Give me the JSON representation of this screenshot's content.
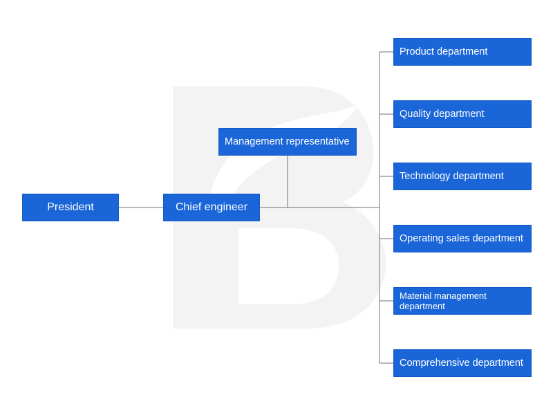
{
  "chart": {
    "root": {
      "label": "President"
    },
    "chief": {
      "label": "Chief engineer"
    },
    "representative": {
      "label": "Management representative"
    },
    "departments": [
      {
        "label": "Product department"
      },
      {
        "label": "Quality department"
      },
      {
        "label": "Technology department"
      },
      {
        "label": "Operating sales department"
      },
      {
        "label": "Material management department"
      },
      {
        "label": "Comprehensive department"
      }
    ]
  },
  "colors": {
    "node_fill": "#1a66d8",
    "node_text": "#ffffff",
    "connector": "#6f6f6f",
    "watermark": "#f4f4f4"
  }
}
